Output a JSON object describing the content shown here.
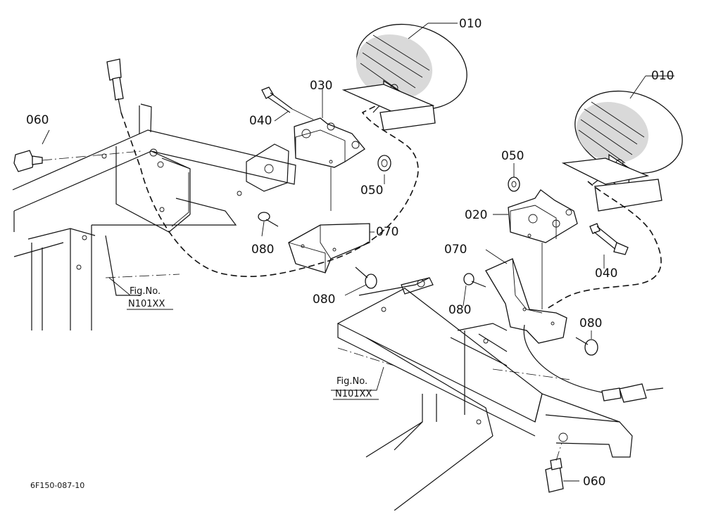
{
  "diagram": {
    "callouts": [
      {
        "id": "c-010a",
        "label": "010"
      },
      {
        "id": "c-010b",
        "label": "010"
      },
      {
        "id": "c-020",
        "label": "020"
      },
      {
        "id": "c-030",
        "label": "030"
      },
      {
        "id": "c-040a",
        "label": "040"
      },
      {
        "id": "c-040b",
        "label": "040"
      },
      {
        "id": "c-050a",
        "label": "050"
      },
      {
        "id": "c-050b",
        "label": "050"
      },
      {
        "id": "c-060a",
        "label": "060"
      },
      {
        "id": "c-060b",
        "label": "060"
      },
      {
        "id": "c-070a",
        "label": "070"
      },
      {
        "id": "c-070b",
        "label": "070"
      },
      {
        "id": "c-080a",
        "label": "080"
      },
      {
        "id": "c-080b",
        "label": "080"
      },
      {
        "id": "c-080c",
        "label": "080"
      },
      {
        "id": "c-080d",
        "label": "080"
      }
    ],
    "figure_refs": [
      {
        "id": "fig-left",
        "line1": "Fig.No.",
        "line2": "N101XX"
      },
      {
        "id": "fig-right",
        "line1": "Fig.No.",
        "line2": "N101XX"
      }
    ],
    "document_id": "6F150-087-10"
  }
}
